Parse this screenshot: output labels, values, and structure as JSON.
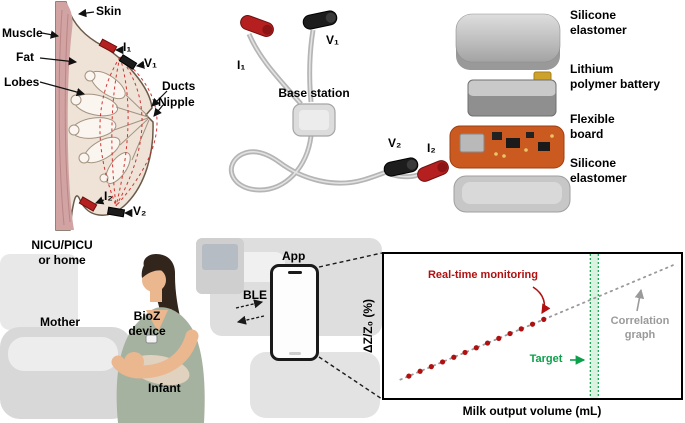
{
  "colors": {
    "electrode_red": "#b51f1f",
    "electrode_black": "#1c1c1c",
    "realtime_red": "#b01010",
    "target_green": "#0ba04a",
    "correlation_gray": "#9a9a9a",
    "pcb_orange": "#cb5a21"
  },
  "anatomy": {
    "skin": "Skin",
    "muscle": "Muscle",
    "fat": "Fat",
    "lobes": "Lobes",
    "ducts": "Ducts",
    "nipple": "Nipple",
    "electrode_i1": "I₁",
    "electrode_v1": "V₁",
    "electrode_i2": "I₂",
    "electrode_v2": "V₂"
  },
  "cable": {
    "i1": "I₁",
    "v1": "V₁",
    "v2": "V₂",
    "i2": "I₂",
    "base_station": "Base station"
  },
  "device": {
    "layer_top": "Silicone\nelastomer",
    "layer_battery": "Lithium\npolymer battery",
    "layer_board": "Flexible\nboard",
    "layer_bottom": "Silicone\nelastomer"
  },
  "scene": {
    "location": "NICU/PICU\nor home",
    "mother": "Mother",
    "bioz_device": "BioZ\ndevice",
    "infant": "Infant",
    "ble": "BLE",
    "app": "App"
  },
  "chart_data": {
    "type": "scatter",
    "title": "",
    "xlabel": "Milk output volume (mL)",
    "ylabel": "ΔZ/Z₀ (%)",
    "xlim": [
      0,
      100
    ],
    "ylim": [
      0,
      100
    ],
    "grid": false,
    "legend": "none",
    "correlation_line": {
      "name": "Correlation graph",
      "style": "dotted",
      "color": "#9a9a9a",
      "x": [
        3,
        100
      ],
      "y": [
        8,
        96
      ]
    },
    "realtime_series": {
      "name": "Real-time monitoring",
      "style": "scatter-dots",
      "color": "#b01010",
      "x": [
        6,
        10,
        14,
        18,
        22,
        26,
        30,
        34,
        38,
        42,
        46,
        50,
        54
      ],
      "y": [
        10.7,
        14.4,
        18.0,
        21.6,
        25.2,
        28.9,
        32.5,
        36.1,
        39.7,
        43.4,
        47.0,
        50.6,
        54.3
      ]
    },
    "target_line": {
      "name": "Target",
      "color": "#0ba04a",
      "style": "vertical-dotted-band",
      "x": 72
    },
    "annotations": {
      "realtime": "Real-time monitoring",
      "target": "Target",
      "correlation": "Correlation\ngraph"
    }
  }
}
